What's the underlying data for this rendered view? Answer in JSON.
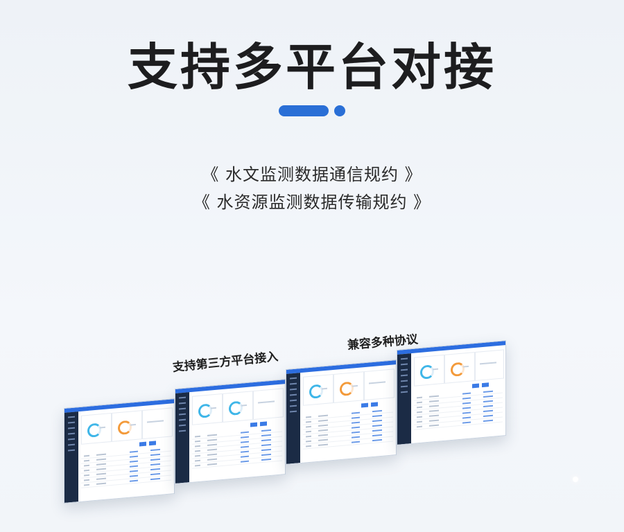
{
  "heading": "支持多平台对接",
  "subtitles": [
    "《 水文监测数据通信规约 》",
    "《 水资源监测数据传输规约 》"
  ],
  "labels": {
    "platforms": "支持第三方平台接入",
    "protocols": "兼容多种协议"
  },
  "colors": {
    "accent": "#2a6fd6",
    "screen_topbar": "#2c6de0",
    "screen_sidebar": "#1b2b45"
  },
  "screens": [
    "dashboard-1",
    "dashboard-2",
    "dashboard-3",
    "dashboard-4"
  ]
}
